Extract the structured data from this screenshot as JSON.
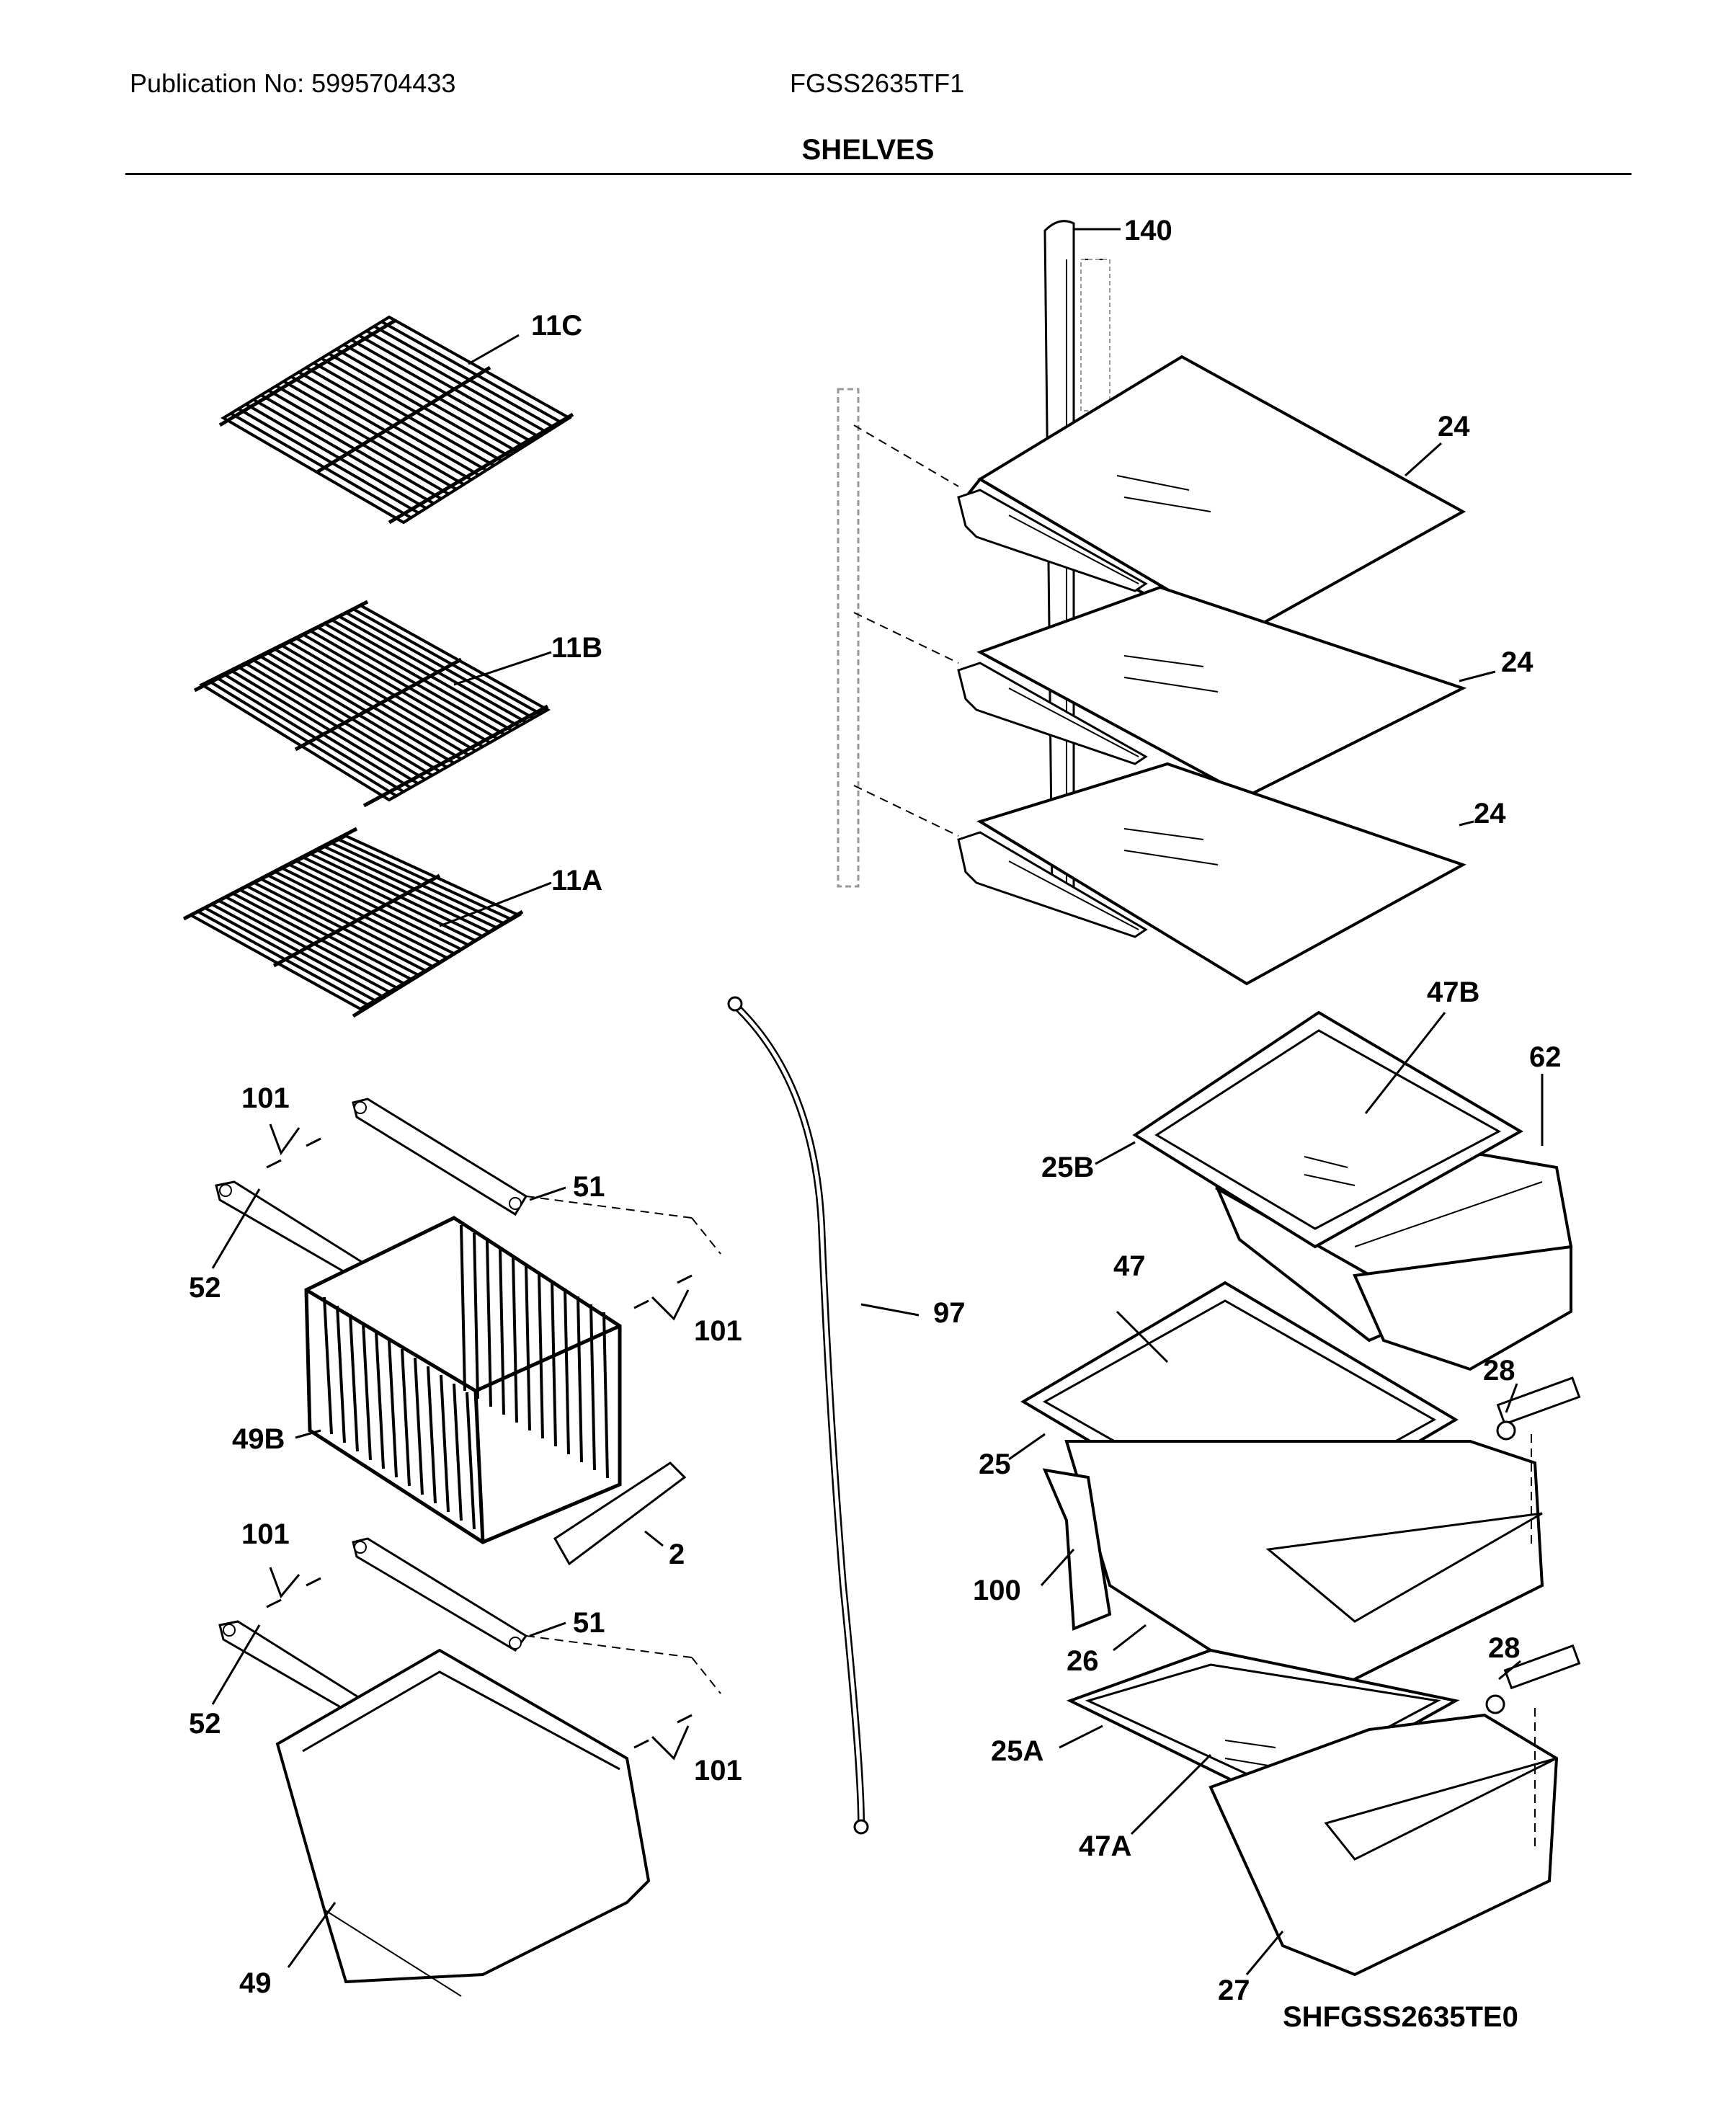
{
  "header": {
    "publication": "Publication No: 5995704433",
    "model": "FGSS2635TF1",
    "section_title": "SHELVES"
  },
  "diagram_code": "SHFGSS2635TE0",
  "part_labels": {
    "p140": "140",
    "p11c": "11C",
    "p11b": "11B",
    "p11a": "11A",
    "p24a": "24",
    "p24b": "24",
    "p24c": "24",
    "p47b": "47B",
    "p62": "62",
    "p25b": "25B",
    "p101a": "101",
    "p51a": "51",
    "p52a": "52",
    "p101b": "101",
    "p97": "97",
    "p47": "47",
    "p28a": "28",
    "p49b": "49B",
    "p25": "25",
    "p2": "2",
    "p100": "100",
    "p101c": "101",
    "p51b": "51",
    "p26": "26",
    "p28b": "28",
    "p52b": "52",
    "p25a": "25A",
    "p101d": "101",
    "p47a": "47A",
    "p49": "49",
    "p27": "27"
  }
}
